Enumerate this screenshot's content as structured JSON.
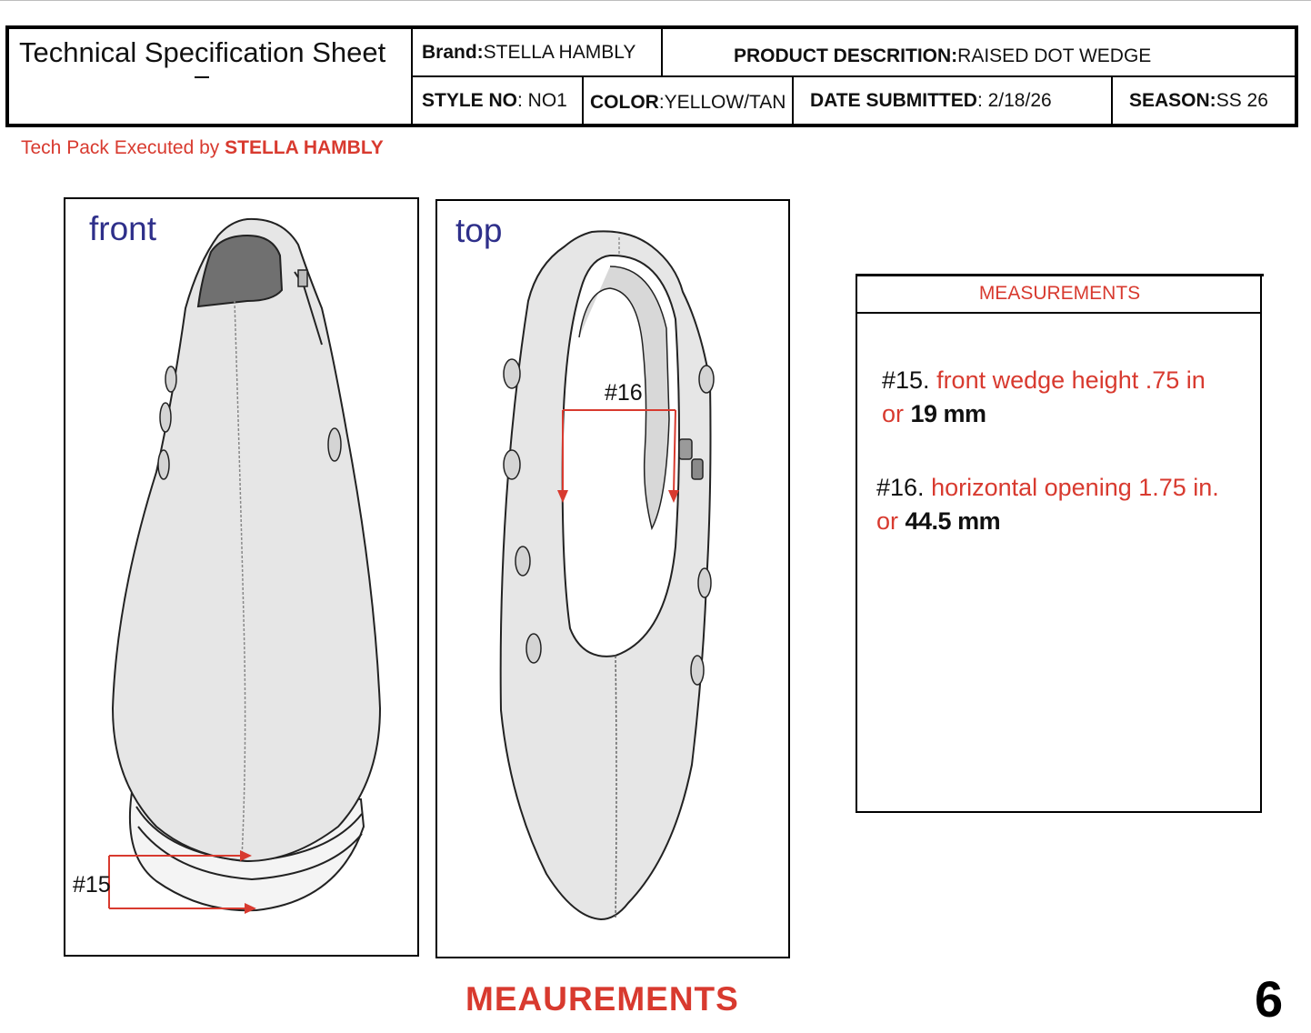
{
  "header": {
    "title": "Technical Specification Sheet",
    "brand_label": "Brand:",
    "brand_value": " STELLA HAMBLY",
    "product_label": "PRODUCT DESCRITION:",
    "product_value": " RAISED DOT WEDGE",
    "style_label": "STYLE NO",
    "style_value": ": NO1",
    "color_label": "COLOR",
    "color_value": ":YELLOW/TAN",
    "date_label": "DATE SUBMITTED",
    "date_value": ": 2/18/26",
    "season_label": "SEASON:",
    "season_value": " SS 26"
  },
  "executed": {
    "prefix": "Tech Pack Executed by ",
    "name": "STELLA HAMBLY"
  },
  "views": {
    "front_label": "front",
    "top_label": "top",
    "front_marker": "#15",
    "top_marker": "#16"
  },
  "measurements": {
    "heading": "MEASUREMENTS",
    "m15_num": "#15.",
    "m15_text": " front wedge height .75 in",
    "m15_or": "or ",
    "m15_metric": "19 mm",
    "m16_num": "#16.",
    "m16_text": " horizontal opening  1.75 in.",
    "m16_or": "or ",
    "m16_metric": "44.5 mm"
  },
  "footer": {
    "title": "MEAUREMENTS",
    "page_number": "6"
  },
  "colors": {
    "accent_red": "#d83a2f",
    "view_label_blue": "#2e2f8a",
    "shoe_fill": "#e6e6e6"
  }
}
